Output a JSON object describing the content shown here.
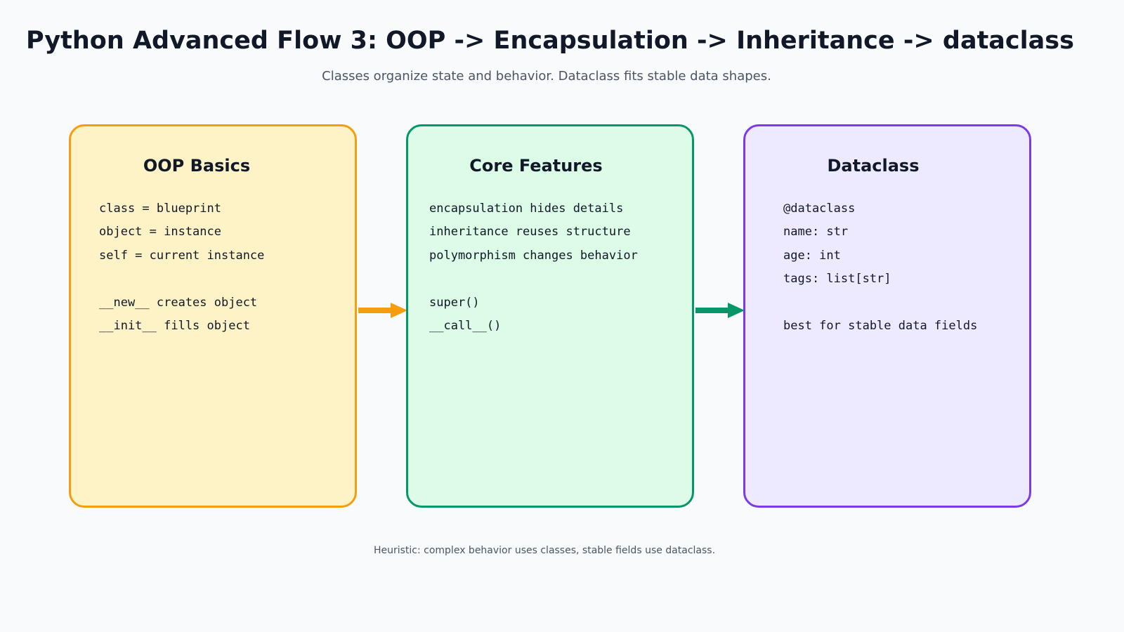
{
  "title": "Python Advanced Flow 3: OOP -> Encapsulation -> Inheritance -> dataclass",
  "subtitle": "Classes organize state and behavior. Dataclass fits stable data shapes.",
  "colors": {
    "background": "#f8fafc",
    "oop_fill": "#fef3c7",
    "oop_border": "#f59e0b",
    "core_fill": "#dcfce7",
    "core_border": "#059669",
    "dataclass_fill": "#ede9fe",
    "dataclass_border": "#7c3aed"
  },
  "cards": [
    {
      "title": "OOP Basics",
      "lines": [
        "class = blueprint",
        "object = instance",
        "self = current instance",
        "",
        "__new__ creates object",
        "__init__ fills object"
      ]
    },
    {
      "title": "Core Features",
      "lines": [
        "encapsulation hides details",
        "inheritance reuses structure",
        "polymorphism changes behavior",
        "",
        "super()",
        "__call__()"
      ]
    },
    {
      "title": "Dataclass",
      "lines": [
        "@dataclass",
        "name: str",
        "age: int",
        "tags: list[str]",
        "",
        "best for stable data fields"
      ]
    }
  ],
  "footnote": "Heuristic: complex behavior uses classes, stable fields use dataclass."
}
